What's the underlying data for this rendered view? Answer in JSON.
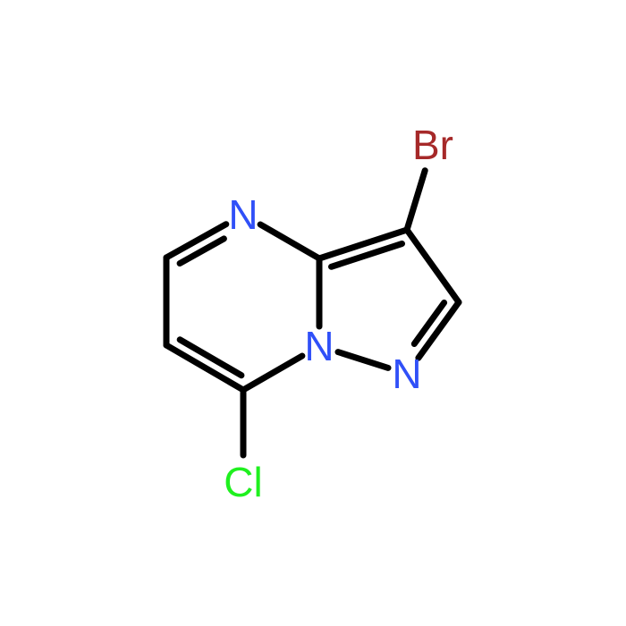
{
  "molecule": {
    "atoms": [
      {
        "id": "n4",
        "element": "N",
        "label": "N",
        "color": "#3050F8"
      },
      {
        "id": "n1",
        "element": "N",
        "label": "N",
        "color": "#3050F8"
      },
      {
        "id": "n2",
        "element": "N",
        "label": "N",
        "color": "#3050F8"
      },
      {
        "id": "br",
        "element": "Br",
        "label": "Br",
        "color": "#A62929"
      },
      {
        "id": "cl",
        "element": "Cl",
        "label": "Cl",
        "color": "#1FF01F"
      },
      {
        "id": "c5",
        "element": "C",
        "label": ""
      },
      {
        "id": "c6",
        "element": "C",
        "label": ""
      },
      {
        "id": "c7",
        "element": "C",
        "label": ""
      },
      {
        "id": "c3a",
        "element": "C",
        "label": ""
      },
      {
        "id": "c3",
        "element": "C",
        "label": ""
      },
      {
        "id": "c2",
        "element": "C",
        "label": ""
      }
    ],
    "bonds": [
      {
        "from": "n4",
        "to": "c5",
        "order": 2
      },
      {
        "from": "c5",
        "to": "c6",
        "order": 1
      },
      {
        "from": "c6",
        "to": "c7",
        "order": 2
      },
      {
        "from": "c7",
        "to": "n1",
        "order": 1
      },
      {
        "from": "n1",
        "to": "c3a",
        "order": 1
      },
      {
        "from": "c3a",
        "to": "n4",
        "order": 1
      },
      {
        "from": "c3a",
        "to": "c3",
        "order": 2
      },
      {
        "from": "c3",
        "to": "c2",
        "order": 1
      },
      {
        "from": "c2",
        "to": "n2",
        "order": 2
      },
      {
        "from": "n2",
        "to": "n1",
        "order": 1
      },
      {
        "from": "c3",
        "to": "br",
        "order": 1
      },
      {
        "from": "c7",
        "to": "cl",
        "order": 1
      }
    ]
  }
}
